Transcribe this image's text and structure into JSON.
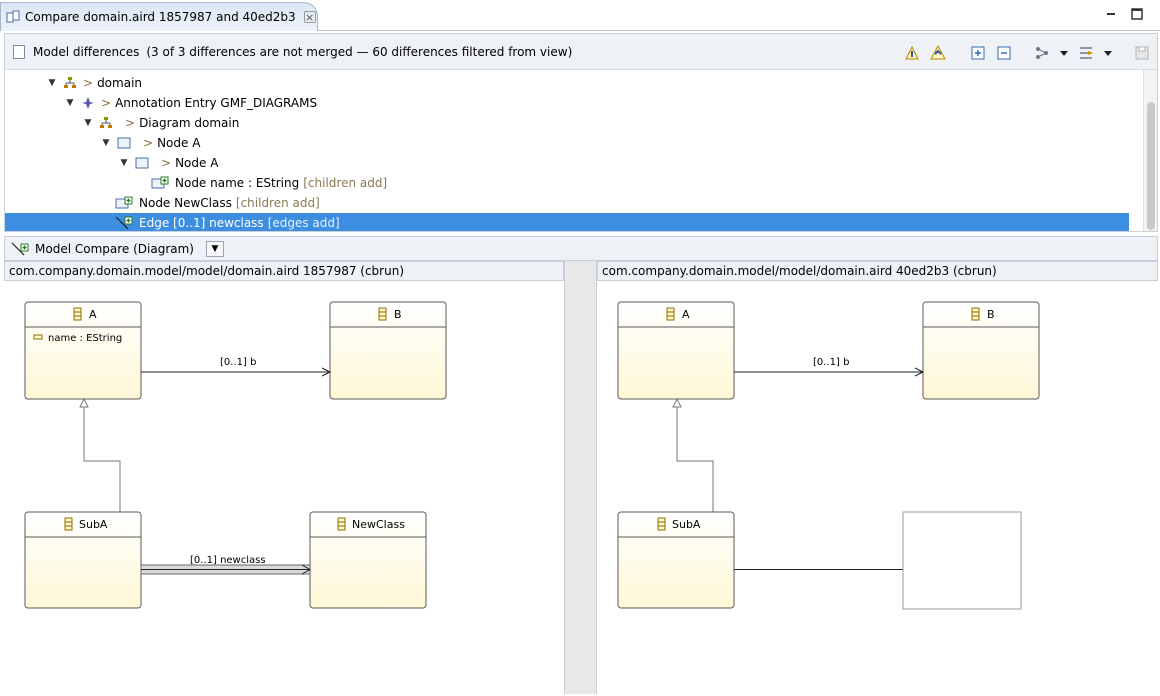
{
  "tab": {
    "title": "Compare domain.aird 1857987 and 40ed2b3"
  },
  "model_differences": {
    "label": "Model differences",
    "summary": "(3 of 3 differences are not merged — 60 differences filtered from view)"
  },
  "toolbar_icons": [
    "merge-to-left-icon",
    "merge-all-icon",
    "expand-all-icon",
    "collapse-all-icon",
    "group-icon",
    "group-dropdown-icon",
    "filter-icon",
    "filter-dropdown-icon",
    "save-icon"
  ],
  "tree": {
    "rows": [
      {
        "chev": ">",
        "label": "domain",
        "suffix": ""
      },
      {
        "chev": ">",
        "label": "Annotation Entry GMF_DIAGRAMS",
        "suffix": ""
      },
      {
        "chev": ">",
        "label": "Diagram  domain",
        "suffix": ""
      },
      {
        "chev": ">",
        "label": "Node A",
        "suffix": ""
      },
      {
        "chev": ">",
        "label": "Node A",
        "suffix": ""
      },
      {
        "chev": "",
        "label": "Node name : EString",
        "suffix": "[children add]"
      },
      {
        "chev": "",
        "label": "Node NewClass",
        "suffix": "[children add]"
      },
      {
        "chev": "",
        "label": "Edge [0..1] newclass",
        "suffix": "[edges add]"
      }
    ]
  },
  "diagram_compare": {
    "label": "Model Compare (Diagram)"
  },
  "left_pane": {
    "header": "com.company.domain.model/model/domain.aird 1857987 (cbrun)",
    "class_a": "A",
    "attr_a": "name : EString",
    "class_b": "B",
    "edge_b": "[0..1] b",
    "class_suba": "SubA",
    "class_newclass": "NewClass",
    "edge_newclass": "[0..1] newclass"
  },
  "right_pane": {
    "header": "com.company.domain.model/model/domain.aird 40ed2b3 (cbrun)",
    "class_a": "A",
    "class_b": "B",
    "edge_b": "[0..1] b",
    "class_suba": "SubA"
  },
  "colors": {
    "selection": "#3d8ee0",
    "class_fill": "#fffbe3",
    "class_border": "#5a5a5a",
    "annotation_text": "#8a7a52"
  }
}
